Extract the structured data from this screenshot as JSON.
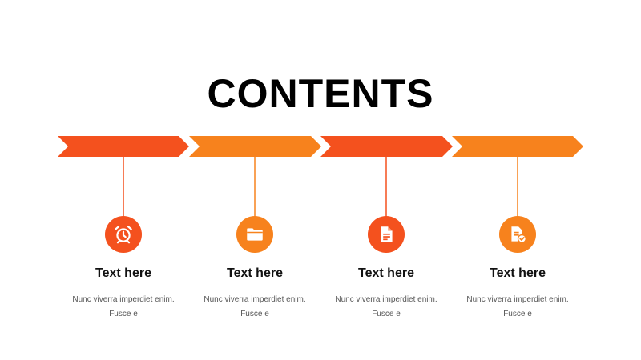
{
  "title": "CONTENTS",
  "colors": {
    "orange_red": "#f4511e",
    "orange": "#f7821d",
    "text": "#111111",
    "muted": "#555555"
  },
  "steps": [
    {
      "icon": "alarm-clock-icon",
      "heading": "Text here",
      "desc_line1": "Nunc viverra imperdiet enim.",
      "desc_line2": "Fusce e"
    },
    {
      "icon": "folder-icon",
      "heading": "Text here",
      "desc_line1": "Nunc viverra imperdiet enim.",
      "desc_line2": "Fusce e"
    },
    {
      "icon": "document-icon",
      "heading": "Text here",
      "desc_line1": "Nunc viverra imperdiet enim.",
      "desc_line2": "Fusce e"
    },
    {
      "icon": "document-check-icon",
      "heading": "Text here",
      "desc_line1": "Nunc viverra imperdiet enim.",
      "desc_line2": "Fusce e"
    }
  ]
}
